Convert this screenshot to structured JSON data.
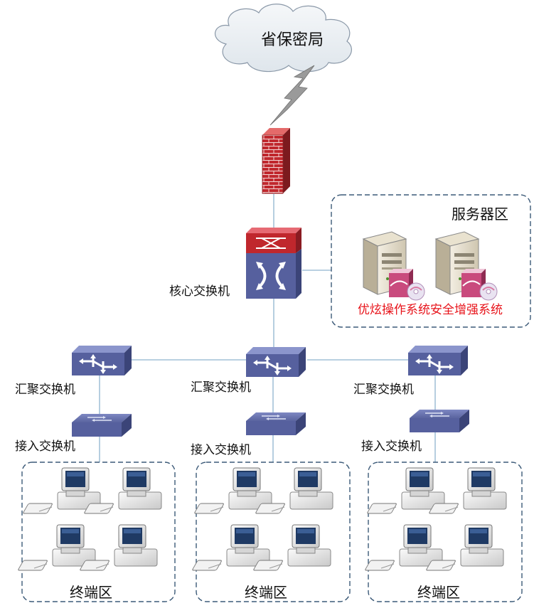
{
  "cloud": {
    "label": "省保密局"
  },
  "core_switch": {
    "label": "核心交换机"
  },
  "server_zone": {
    "title": "服务器区",
    "system_label": "优炫操作系统安全增强系统",
    "system_label_color": "#e8141b"
  },
  "aggregation_switches": [
    {
      "label": "汇聚交换机"
    },
    {
      "label": "汇聚交换机"
    },
    {
      "label": "汇聚交换机"
    }
  ],
  "access_switches": [
    {
      "label": "接入交换机"
    },
    {
      "label": "接入交换机"
    },
    {
      "label": "接入交换机"
    }
  ],
  "terminal_zones": [
    {
      "label": "终端区"
    },
    {
      "label": "终端区"
    },
    {
      "label": "终端区"
    }
  ],
  "colors": {
    "switch_blue": "#56609e",
    "switch_dark": "#3b4478",
    "firewall_red": "#c0272d",
    "zone_border": "#3c5a78",
    "link_line": "#8fb3cf"
  },
  "icons": {
    "cloud": "cloud-icon",
    "firewall": "firewall-icon",
    "core_switch": "core-switch-icon",
    "aggregation_switch": "aggregation-switch-icon",
    "access_switch": "access-switch-icon",
    "server": "server-icon",
    "workstation": "workstation-icon"
  }
}
